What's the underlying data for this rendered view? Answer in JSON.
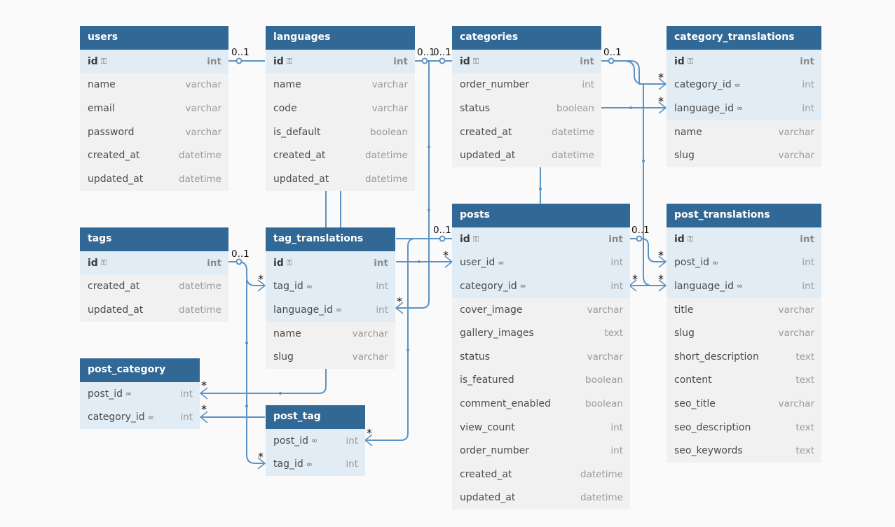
{
  "tables": {
    "users": {
      "title": "users",
      "fields": [
        {
          "name": "id",
          "type": "int",
          "pk": true
        },
        {
          "name": "name",
          "type": "varchar"
        },
        {
          "name": "email",
          "type": "varchar"
        },
        {
          "name": "password",
          "type": "varchar"
        },
        {
          "name": "created_at",
          "type": "datetime"
        },
        {
          "name": "updated_at",
          "type": "datetime"
        }
      ]
    },
    "languages": {
      "title": "languages",
      "fields": [
        {
          "name": "id",
          "type": "int",
          "pk": true
        },
        {
          "name": "name",
          "type": "varchar"
        },
        {
          "name": "code",
          "type": "varchar"
        },
        {
          "name": "is_default",
          "type": "boolean"
        },
        {
          "name": "created_at",
          "type": "datetime"
        },
        {
          "name": "updated_at",
          "type": "datetime"
        }
      ]
    },
    "categories": {
      "title": "categories",
      "fields": [
        {
          "name": "id",
          "type": "int",
          "pk": true
        },
        {
          "name": "order_number",
          "type": "int"
        },
        {
          "name": "status",
          "type": "boolean"
        },
        {
          "name": "created_at",
          "type": "datetime"
        },
        {
          "name": "updated_at",
          "type": "datetime"
        }
      ]
    },
    "category_translations": {
      "title": "category_translations",
      "fields": [
        {
          "name": "id",
          "type": "int",
          "pk": true
        },
        {
          "name": "category_id",
          "type": "int",
          "fk": true
        },
        {
          "name": "language_id",
          "type": "int",
          "fk": true
        },
        {
          "name": "name",
          "type": "varchar"
        },
        {
          "name": "slug",
          "type": "varchar"
        }
      ]
    },
    "tags": {
      "title": "tags",
      "fields": [
        {
          "name": "id",
          "type": "int",
          "pk": true
        },
        {
          "name": "created_at",
          "type": "datetime"
        },
        {
          "name": "updated_at",
          "type": "datetime"
        }
      ]
    },
    "tag_translations": {
      "title": "tag_translations",
      "fields": [
        {
          "name": "id",
          "type": "int",
          "pk": true
        },
        {
          "name": "tag_id",
          "type": "int",
          "fk": true
        },
        {
          "name": "language_id",
          "type": "int",
          "fk": true
        },
        {
          "name": "name",
          "type": "varchar"
        },
        {
          "name": "slug",
          "type": "varchar"
        }
      ]
    },
    "posts": {
      "title": "posts",
      "fields": [
        {
          "name": "id",
          "type": "int",
          "pk": true
        },
        {
          "name": "user_id",
          "type": "int",
          "fk": true
        },
        {
          "name": "category_id",
          "type": "int",
          "fk": true
        },
        {
          "name": "cover_image",
          "type": "varchar"
        },
        {
          "name": "gallery_images",
          "type": "text"
        },
        {
          "name": "status",
          "type": "varchar"
        },
        {
          "name": "is_featured",
          "type": "boolean"
        },
        {
          "name": "comment_enabled",
          "type": "boolean"
        },
        {
          "name": "view_count",
          "type": "int"
        },
        {
          "name": "order_number",
          "type": "int"
        },
        {
          "name": "created_at",
          "type": "datetime"
        },
        {
          "name": "updated_at",
          "type": "datetime"
        }
      ]
    },
    "post_translations": {
      "title": "post_translations",
      "fields": [
        {
          "name": "id",
          "type": "int",
          "pk": true
        },
        {
          "name": "post_id",
          "type": "int",
          "fk": true
        },
        {
          "name": "language_id",
          "type": "int",
          "fk": true
        },
        {
          "name": "title",
          "type": "varchar"
        },
        {
          "name": "slug",
          "type": "varchar"
        },
        {
          "name": "short_description",
          "type": "text"
        },
        {
          "name": "content",
          "type": "text"
        },
        {
          "name": "seo_title",
          "type": "varchar"
        },
        {
          "name": "seo_description",
          "type": "text"
        },
        {
          "name": "seo_keywords",
          "type": "text"
        }
      ]
    },
    "post_category": {
      "title": "post_category",
      "fields": [
        {
          "name": "post_id",
          "type": "int",
          "fk": true
        },
        {
          "name": "category_id",
          "type": "int",
          "fk": true
        }
      ]
    },
    "post_tag": {
      "title": "post_tag",
      "fields": [
        {
          "name": "post_id",
          "type": "int",
          "fk": true
        },
        {
          "name": "tag_id",
          "type": "int",
          "fk": true
        }
      ]
    }
  },
  "cardinality": {
    "one": "0..1",
    "many": "*"
  },
  "icons": {
    "primary_key": "key-icon",
    "foreign_key": "link-icon"
  },
  "colors": {
    "header": "#316896",
    "relation_line": "#5b93c4",
    "key_row": "#e2ecf4",
    "row": "#f1f1f1"
  }
}
